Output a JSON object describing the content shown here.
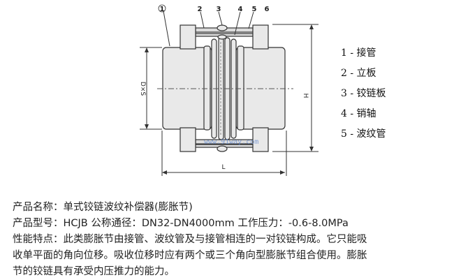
{
  "diagram": {
    "part_numbers": [
      "1",
      "2",
      "3",
      "4",
      "5",
      "6"
    ],
    "dimension_labels": {
      "diameter": "D×S",
      "height": "H",
      "length": "L"
    },
    "watermark": "www.91way.com"
  },
  "legend": [
    {
      "text": "1 - 接管"
    },
    {
      "text": "2 - 立板"
    },
    {
      "text": "3 - 铰链板"
    },
    {
      "text": "4 - 销轴"
    },
    {
      "text": "5 - 波纹管"
    }
  ],
  "description": [
    "产品名称：单式铰链波纹补偿器(膨胀节)",
    "产品型号：HCJB 公称通径：DN32-DN4000mm 工作压力：-0.6-8.0MPa",
    "性能特点：此类膨胀节由接管、波纹管及与接管相连的一对铰链构成。它只能吸",
    "收单平面的角向位移。吸收位移时应有两个或三个角向型膨胀节组合使用。膨胀",
    "节的铰链具有承受内压推力的能力。"
  ]
}
